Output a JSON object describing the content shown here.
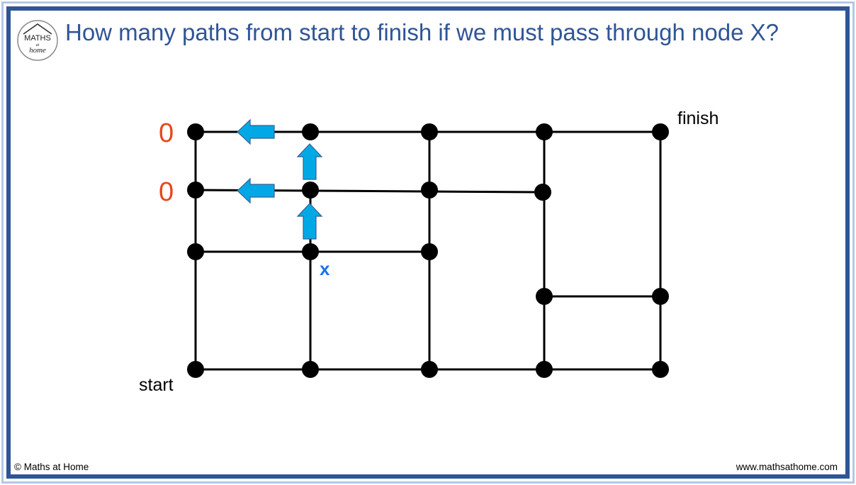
{
  "title": "How many paths from start to finish if we must pass through node X?",
  "logo": {
    "top": "MATHS",
    "middle": "at",
    "bottom": "home"
  },
  "footer": {
    "copyright": "© Maths at Home",
    "website": "www.mathsathome.com"
  },
  "diagram": {
    "start_label": "start",
    "finish_label": "finish",
    "x_label": "x",
    "counts": [
      {
        "row": "top",
        "text": "0"
      },
      {
        "row": "second",
        "text": "0"
      }
    ]
  },
  "colors": {
    "title": "#2f5597",
    "frame": "#2f5597",
    "frame_light": "#b4c7e7",
    "count": "#e8471a",
    "arrow_fill": "#00a9e6",
    "arrow_stroke": "#3a5f8f",
    "x_label": "#1a73e8"
  }
}
